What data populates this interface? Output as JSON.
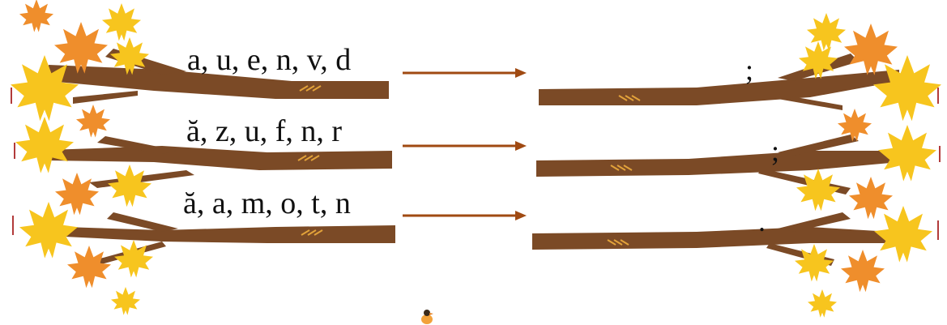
{
  "rows": [
    {
      "letters": "a, u, e, n, v, d",
      "end_mark": ";"
    },
    {
      "letters": "ă, z, u, f, n, r",
      "end_mark": ";"
    },
    {
      "letters": "ă, a, m, o, t, n",
      "end_mark": "."
    }
  ],
  "colors": {
    "branch": "#7b4a26",
    "arrow": "#a04a12",
    "leaf_yellow": "#f7c51e",
    "leaf_orange": "#ef8e2c",
    "twig": "#e2a23a"
  },
  "icons": [
    "maple-leaf-icon",
    "arrow-right-icon",
    "bird-icon"
  ]
}
